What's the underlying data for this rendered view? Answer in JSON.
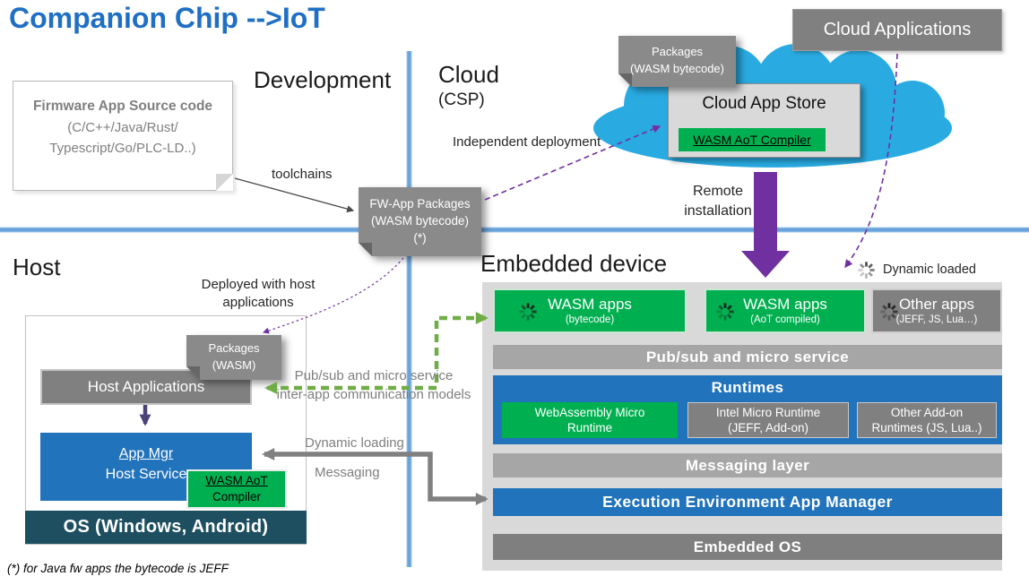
{
  "title": "Companion Chip -->IoT",
  "sections": {
    "development": "Development",
    "cloud": "Cloud",
    "cloud_sub": "(CSP)",
    "host": "Host",
    "embedded": "Embedded device"
  },
  "firmware_box": {
    "title": "Firmware App Source code",
    "line2": "(C/C++/Java/Rust/",
    "line3": "Typescript/Go/PLC-LD..)"
  },
  "fw_packages": {
    "line1": "FW-App Packages",
    "line2": "(WASM bytecode)",
    "line3": "(*)"
  },
  "labels": {
    "toolchains": "toolchains",
    "independent_deployment": "Independent deployment",
    "remote_line1": "Remote",
    "remote_line2": "installation",
    "deployed_line1": "Deployed with host",
    "deployed_line2": "applications",
    "pubsub_line1": "Pub/sub and micro service",
    "pubsub_line2": "inter-app communication models",
    "dynamic_loading": "Dynamic loading",
    "messaging": "Messaging",
    "dynamic_loaded": "Dynamic loaded",
    "footnote": "(*) for Java fw apps the bytecode is JEFF"
  },
  "cloud_area": {
    "packages_line1": "Packages",
    "packages_line2": "(WASM bytecode)",
    "cloud_applications": "Cloud Applications",
    "store_title": "Cloud App Store",
    "compiler": "WASM AoT Compiler"
  },
  "host_area": {
    "packages_line1": "Packages",
    "packages_line2": "(WASM)",
    "host_applications": "Host Applications",
    "appmgr_line1": "App Mgr",
    "appmgr_line2": "Host Service",
    "compiler_line1": "WASM AoT",
    "compiler_line2": "Compiler",
    "os": "OS (Windows, Android)"
  },
  "embedded_area": {
    "apps": [
      {
        "line1": "WASM apps",
        "line2": "(bytecode)"
      },
      {
        "line1": "WASM apps",
        "line2": "(AoT compiled)"
      },
      {
        "line1": "Other apps",
        "line2": "(JEFF, JS, Lua…)"
      }
    ],
    "pubsub_bar": "Pub/sub and micro service",
    "runtimes_title": "Runtimes",
    "runtimes": [
      {
        "line1": "WebAssembly Micro",
        "line2": "Runtime"
      },
      {
        "line1": "Intel Micro Runtime",
        "line2": "(JEFF, Add-on)"
      },
      {
        "line1": "Other Add-on",
        "line2": "Runtimes (JS, Lua..)"
      }
    ],
    "messaging_bar": "Messaging layer",
    "ee_manager": "Execution Environment App Manager",
    "embedded_os": "Embedded OS"
  },
  "colors": {
    "title_blue": "#1F6FC5",
    "box_blue": "#2173BC",
    "green": "#00B050",
    "gray_box": "#808080",
    "light_bar": "#A6A6A6",
    "container_gray": "#D9D9D9",
    "cloud_cyan": "#29ABE2",
    "os_teal": "#1D4F60",
    "purple_arrow": "#7030A0",
    "green_arrow": "#70AD47",
    "gray_arrow": "#808080"
  }
}
